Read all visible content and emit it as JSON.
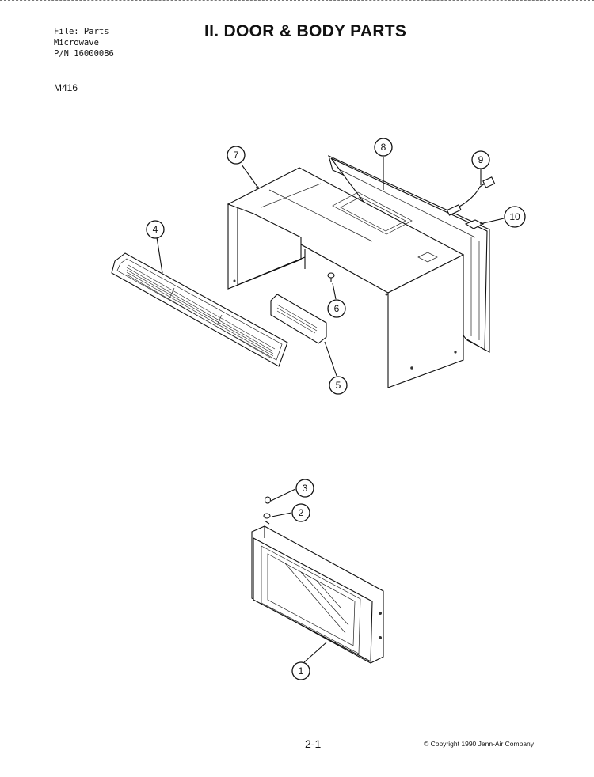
{
  "header": {
    "file_lines": [
      "File: Parts",
      "Microwave",
      "P/N 16000086"
    ],
    "model": "M416",
    "title": "II. DOOR & BODY PARTS"
  },
  "callouts": [
    "1",
    "2",
    "3",
    "4",
    "5",
    "6",
    "7",
    "8",
    "9",
    "10"
  ],
  "footer": {
    "page": "2-1",
    "copyright": "© Copyright 1990 Jenn-Air Company"
  }
}
